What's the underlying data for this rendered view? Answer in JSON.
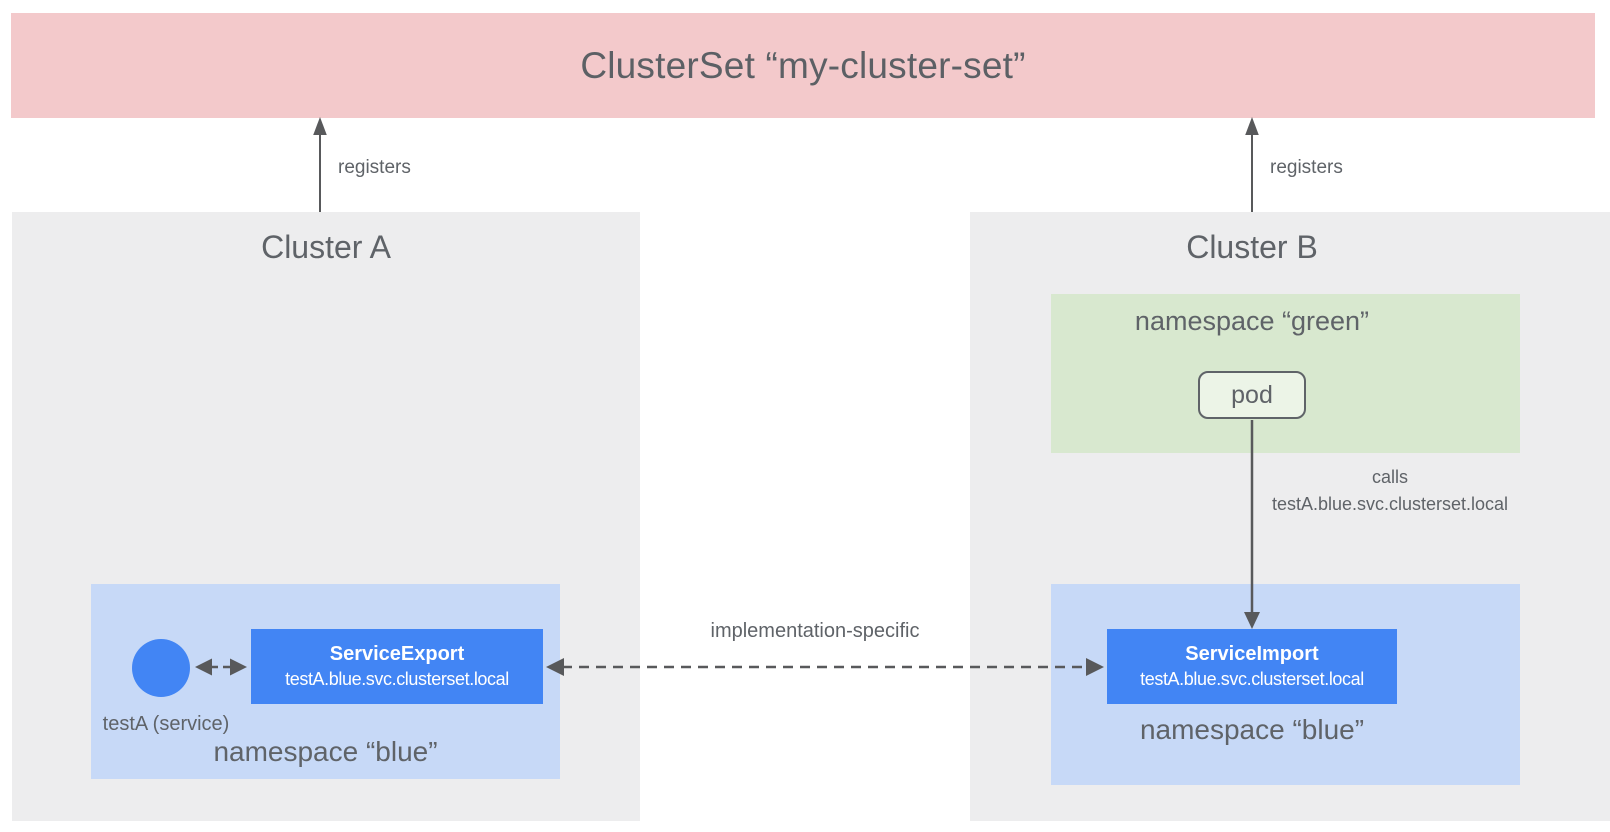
{
  "cluster_set": {
    "title": "ClusterSet “my-cluster-set”"
  },
  "cluster_a": {
    "title": "Cluster A",
    "registers_label": "registers",
    "namespace_blue": {
      "title": "namespace “blue”",
      "service_label": "testA (service)",
      "service_export": {
        "kind": "ServiceExport",
        "dns": "testA.blue.svc.clusterset.local"
      }
    }
  },
  "cluster_b": {
    "title": "Cluster B",
    "registers_label": "registers",
    "namespace_green": {
      "title": "namespace “green”",
      "pod_label": "pod"
    },
    "calls_label": {
      "line1": "calls",
      "line2": "testA.blue.svc.clusterset.local"
    },
    "namespace_blue": {
      "title": "namespace “blue”",
      "service_import": {
        "kind": "ServiceImport",
        "dns": "testA.blue.svc.clusterset.local"
      }
    }
  },
  "connections": {
    "implementation_specific_label": "implementation-specific"
  },
  "colors": {
    "banner_pink": "#f3c9cb",
    "cluster_gray": "#ededee",
    "namespace_green": "#d8e8cf",
    "namespace_blue": "#c7d9f7",
    "resource_blue": "#4285f4",
    "text_gray": "#5f6368",
    "arrow_gray": "#58595b"
  }
}
